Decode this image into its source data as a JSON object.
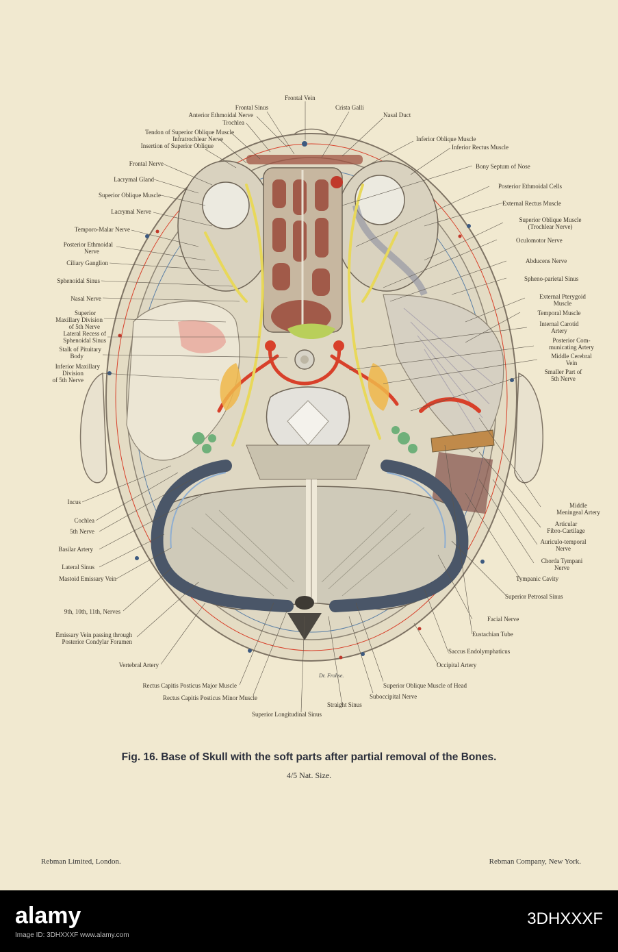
{
  "labels": {
    "frontal_vein": "Frontal Vein",
    "frontal_sinus": "Frontal Sinus",
    "crista_galli": "Crista Galli",
    "anterior_ethmoidal_nerve": "Anterior Ethmoidal Nerve",
    "nasal_duct": "Nasal Duct",
    "trochlea": "Trochlea",
    "tendon_superior_oblique": "Tendon of Superior Oblique Muscle",
    "infratrochlear_nerve": "Infratrochlear Nerve",
    "insertion_superior_oblique": "Insertion of Superior Oblique",
    "frontal_nerve": "Frontal Nerve",
    "lacrymal_gland": "Lacrymal Gland",
    "superior_oblique_muscle": "Superior Oblique Muscle",
    "lacrymal_nerve": "Lacrymal Nerve",
    "temporo_malar_nerve": "Temporo-Malar Nerve",
    "posterior_ethmoidal_nerve_1": "Posterior Ethmoidal",
    "posterior_ethmoidal_nerve_2": "Nerve",
    "ciliary_ganglion": "Ciliary Ganglion",
    "sphenoidal_sinus": "Sphenoidal Sinus",
    "nasal_nerve": "Nasal Nerve",
    "superior_maxillary_1": "Superior",
    "superior_maxillary_2": "Maxillary Division",
    "superior_maxillary_3": "of 5th Nerve",
    "lateral_recess_1": "Lateral Recess of",
    "lateral_recess_2": "Sphenoidal Sinus",
    "stalk_pituitary_1": "Stalk of Pituitary",
    "stalk_pituitary_2": "Body",
    "inferior_maxillary_1": "Inferior Maxillary",
    "inferior_maxillary_2": "Division",
    "inferior_maxillary_3": "of 5th Nerve",
    "incus": "Incus",
    "cochlea": "Cochlea",
    "fifth_nerve": "5th Nerve",
    "basilar_artery": "Basilar Artery",
    "lateral_sinus": "Lateral Sinus",
    "mastoid_emissary_vein": "Mastoid Emissary Vein",
    "nerves_9_10_11": "9th, 10th, 11th, Nerves",
    "emissary_vein_1": "Emissary Vein passing through",
    "emissary_vein_2": "Posterior Condylar Foramen",
    "vertebral_artery": "Vertebral Artery",
    "rectus_major": "Rectus Capitis Posticus Major Muscle",
    "rectus_minor": "Rectus Capitis Posticus Minor Muscle",
    "straight_sinus": "Straight Sinus",
    "superior_longitudinal_sinus": "Superior Longitudinal Sinus",
    "suboccipital_nerve": "Suboccipital Nerve",
    "superior_oblique_head": "Superior Oblique Muscle of Head",
    "occipital_artery": "Occipital Artery",
    "saccus_endolymphaticus": "Saccus Endolymphaticus",
    "eustachian_tube": "Eustachian Tube",
    "facial_nerve": "Facial Nerve",
    "superior_petrosal_sinus": "Superior Petrosal Sinus",
    "tympanic_cavity": "Tympanic Cavity",
    "chorda_tympani_1": "Chorda Tympani",
    "chorda_tympani_2": "Nerve",
    "auriculo_temporal_1": "Auriculo-temporal",
    "auriculo_temporal_2": "Nerve",
    "articular_1": "Articular",
    "articular_2": "Fibro-Cartilage",
    "middle_meningeal_1": "Middle",
    "middle_meningeal_2": "Meningeal Artery",
    "smaller_part_1": "Smaller Part of",
    "smaller_part_2": "5th Nerve",
    "middle_cerebral_1": "Middle Cerebral",
    "middle_cerebral_2": "Vein",
    "posterior_comm_1": "Posterior Com-",
    "posterior_comm_2": "municating Artery",
    "internal_carotid_1": "Internal Carotid",
    "internal_carotid_2": "Artery",
    "temporal_muscle": "Temporal Muscle",
    "external_pterygoid_1": "External Pterygoid",
    "external_pterygoid_2": "Muscle",
    "spheno_parietal_sinus": "Spheno-parietal Sinus",
    "abducens_nerve": "Abducens Nerve",
    "oculomotor_nerve": "Oculomotor Nerve",
    "superior_oblique_trochlear_1": "Superior Oblique Muscle",
    "superior_oblique_trochlear_2": "(Trochlear Nerve)",
    "external_rectus": "External Rectus Muscle",
    "posterior_ethmoidal_cells": "Posterior Ethmoidal Cells",
    "bony_septum": "Bony Septum of Nose",
    "inferior_rectus": "Inferior Rectus Muscle",
    "inferior_oblique": "Inferior Oblique Muscle"
  },
  "signature": "Dr. Frohse.",
  "caption": "Fig. 16.  Base of Skull with the soft parts after partial removal of the Bones.",
  "scale": "4/5 Nat. Size.",
  "publisher_left": "Rebman Limited, London.",
  "publisher_right": "Rebman Company, New York.",
  "watermark": {
    "logo": "alamy",
    "image_id": "3DHXXXF",
    "note": "Image ID: 3DHXXXF  www.alamy.com"
  },
  "colors": {
    "paper": "#f1e9d0",
    "artery": "#d8402a",
    "vein": "#5a7fa6",
    "nerve": "#e8d85a",
    "sinus": "#4a5668",
    "bone": "#c9c2ae",
    "muscle": "#b8a996"
  }
}
